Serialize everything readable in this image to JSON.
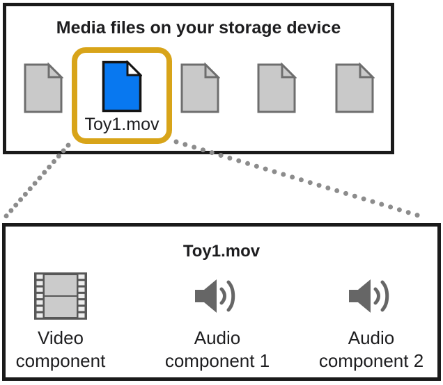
{
  "colors": {
    "box_border": "#1a1a1a",
    "highlight_ring": "#d8a419",
    "movie_file_blue": "#0878f0",
    "generic_file_gray": "#c9c9c9",
    "generic_file_outline": "#6e6e6e",
    "component_icon_gray": "#666666",
    "connector_dot_gray": "#8c8c8c",
    "text": "#1d1d1f"
  },
  "storage_box": {
    "title": "Media files on your storage device",
    "files": [
      {
        "icon": "document-icon",
        "highlighted": false
      },
      {
        "icon": "movie-document-icon",
        "highlighted": true,
        "label": "Toy1.mov"
      },
      {
        "icon": "document-icon",
        "highlighted": false
      },
      {
        "icon": "document-icon",
        "highlighted": false
      },
      {
        "icon": "document-icon",
        "highlighted": false
      }
    ]
  },
  "detail_box": {
    "title": "Toy1.mov",
    "components": [
      {
        "icon": "film-strip-icon",
        "line1": "Video",
        "line2": "component"
      },
      {
        "icon": "speaker-icon",
        "line1": "Audio",
        "line2": "component 1"
      },
      {
        "icon": "speaker-icon",
        "line1": "Audio",
        "line2": "component 2"
      }
    ]
  }
}
